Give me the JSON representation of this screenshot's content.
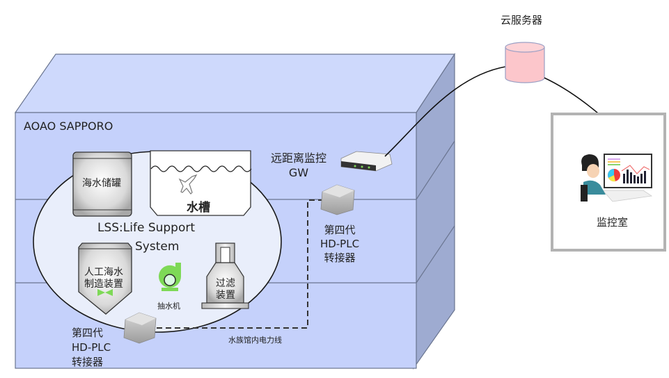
{
  "building": {
    "name": "AOAO SAPPORO",
    "colors": {
      "front": "#c5d1fb",
      "top": "#ced9fc",
      "side": "#9eabd1",
      "edge": "#6a7590"
    }
  },
  "lss": {
    "title_line1": "LSS:Life Support",
    "title_line2": "System",
    "fill": "#e9eefb",
    "items": {
      "seawater_tank": "海水储罐",
      "water_tank": "水槽",
      "artificial_seawater_line1": "人工海水",
      "artificial_seawater_line2": "制造装置",
      "pump": "抽水机",
      "filter_line1": "过滤",
      "filter_line2": "装置"
    }
  },
  "gateway": {
    "line1": "远距离监控",
    "line2": "GW"
  },
  "plc_adapter_upper": {
    "line1": "第四代",
    "line2": "HD-PLC",
    "line3": "转接器"
  },
  "plc_adapter_lower": {
    "line1": "第四代",
    "line2": "HD-PLC",
    "line3": "转接器"
  },
  "power_line_label": "水族馆内电力线",
  "cloud_server": {
    "label": "云服务器",
    "color": "#fcc6cb"
  },
  "monitoring_room": {
    "label": "监控室"
  }
}
